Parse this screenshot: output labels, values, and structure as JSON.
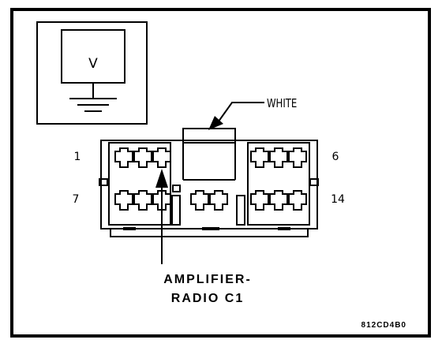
{
  "inset": {
    "voltmeter_label": "V",
    "symbol": "ground-icon"
  },
  "labels": {
    "color": "WHITE",
    "pin_top_left": "1",
    "pin_top_right": "6",
    "pin_bottom_left": "7",
    "pin_bottom_right": "14",
    "connector_line1": "AMPLIFIER-",
    "connector_line2": "RADIO C1",
    "figure_code": "812CD4B0"
  }
}
